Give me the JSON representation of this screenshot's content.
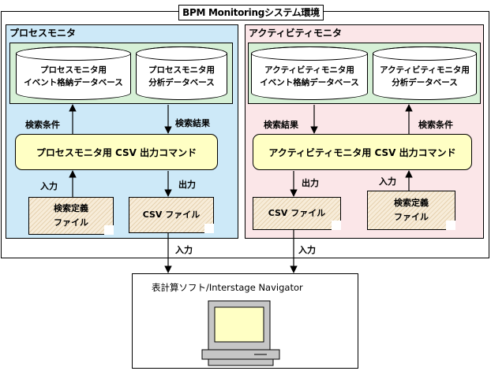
{
  "diagram": {
    "title": "BPM Monitoringシステム環境",
    "process_panel": {
      "label": "プロセスモニタ",
      "db_events": "プロセスモニタ用\nイベント格納データベース",
      "db_analysis": "プロセスモニタ用\n分析データベース",
      "search_condition": "検索条件",
      "search_result": "検索結果",
      "command": "プロセスモニタ用 CSV 出力コマンド",
      "input": "入力",
      "output": "出力",
      "search_def_file": "検索定義\nファイル",
      "csv_file": "CSV ファイル"
    },
    "activity_panel": {
      "label": "アクティビティモニタ",
      "db_events": "アクティビティモニタ用\nイベント格納データベース",
      "db_analysis": "アクティビティモニタ用\n分析データベース",
      "search_result": "検索結果",
      "search_condition": "検索条件",
      "command": "アクティビティモニタ用 CSV 出力コマンド",
      "output": "出力",
      "input": "入力",
      "csv_file": "CSV ファイル",
      "search_def_file": "検索定義\nファイル"
    },
    "bottom": {
      "input_left": "入力",
      "input_right": "入力",
      "client_label": "表計算ソフト/Interstage Navigator"
    },
    "colors": {
      "process_bg": "#cde9f8",
      "activity_bg": "#fbe6e8",
      "db_group_bg": "#d6f0d6",
      "command_bg": "#ffffc4",
      "file_bg": "#f7ecd9"
    }
  }
}
